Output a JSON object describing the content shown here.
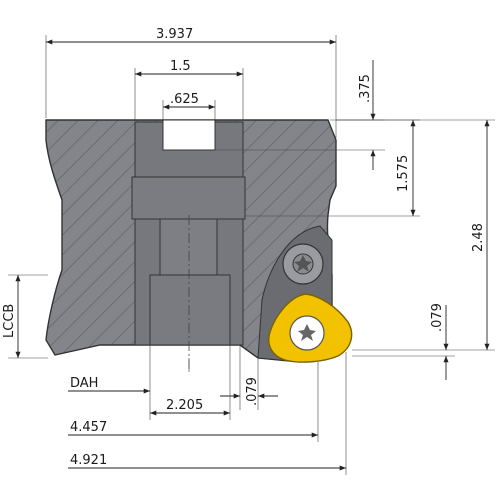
{
  "dimensions": {
    "overall_width": "3.937",
    "bore_width": "1.5",
    "keyway_width": ".625",
    "keyway_depth": ".375",
    "bore_depth": "1.575",
    "overall_height": "2.48",
    "insert_offset": ".079",
    "bottom_offset": ".079",
    "lccb": "LCCB",
    "dah": "DAH",
    "hub_diameter": "2.205",
    "diameter_1": "4.457",
    "diameter_2": "4.921"
  },
  "colors": {
    "body": "#84858b",
    "hatch": "#5d5e63",
    "bore": "#6f7075",
    "insert": "#f2c200",
    "screw": "#ffffff",
    "lines": "#222222"
  },
  "icons": {
    "torx_screw": "torx-screw-icon",
    "insert_screw": "insert-screw-icon"
  }
}
